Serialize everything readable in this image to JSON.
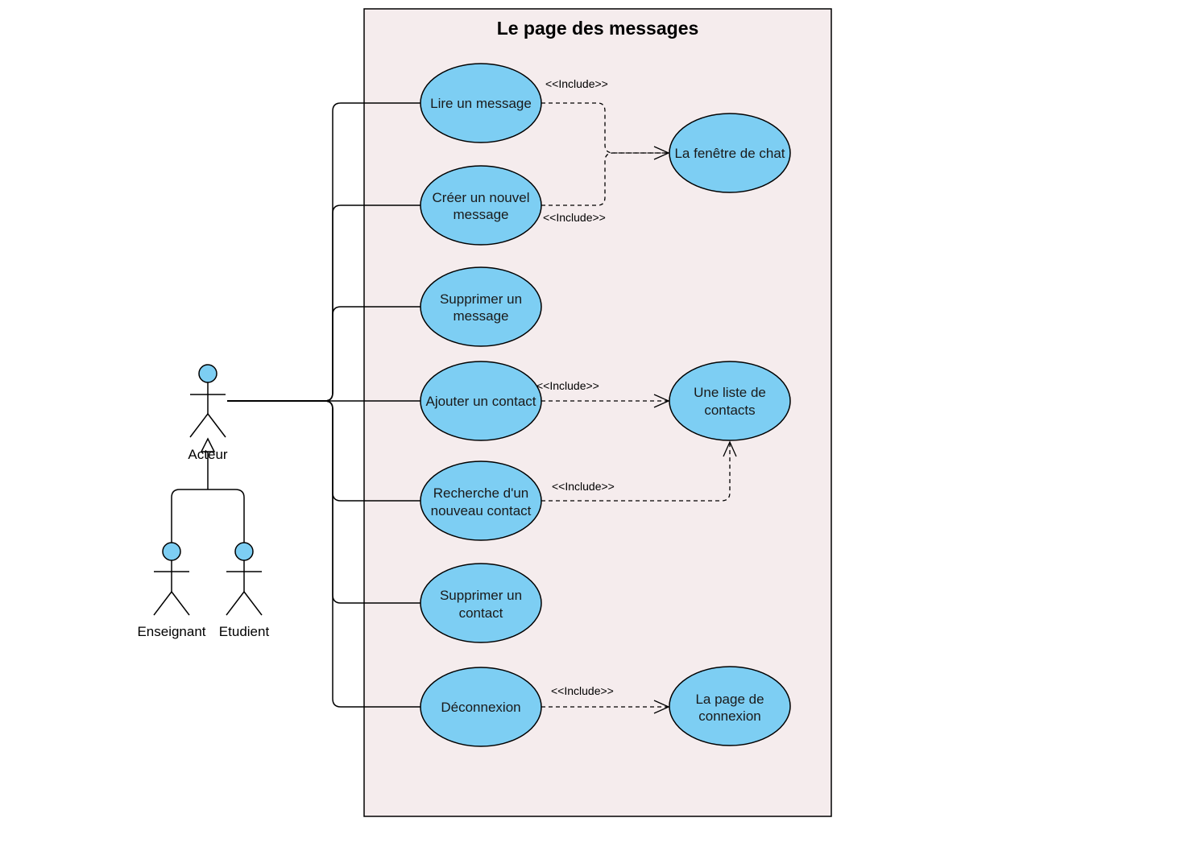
{
  "system": {
    "title": "Le page des messages"
  },
  "actors": {
    "main": "Acteur",
    "enseignant": "Enseignant",
    "etudient": "Etudient"
  },
  "use_cases": {
    "lire": [
      "Lire un message"
    ],
    "creer": [
      "Créer un nouvel",
      "message"
    ],
    "supprimer_message": [
      "Supprimer un",
      "message"
    ],
    "ajouter_contact": [
      "Ajouter un contact"
    ],
    "recherche": [
      "Recherche d'un",
      "nouveau contact"
    ],
    "supprimer_contact": [
      "Supprimer un",
      "contact"
    ],
    "deconnexion": [
      "Déconnexion"
    ],
    "fenetre_chat": [
      "La fenêtre de chat"
    ],
    "liste_contacts": [
      "Une liste de",
      "contacts"
    ],
    "page_connexion": [
      "La page de",
      "connexion"
    ]
  },
  "relations": {
    "include_label": "<<Include>>"
  },
  "colors": {
    "use_case_fill": "#7dcef3",
    "system_fill": "#f5eced"
  }
}
